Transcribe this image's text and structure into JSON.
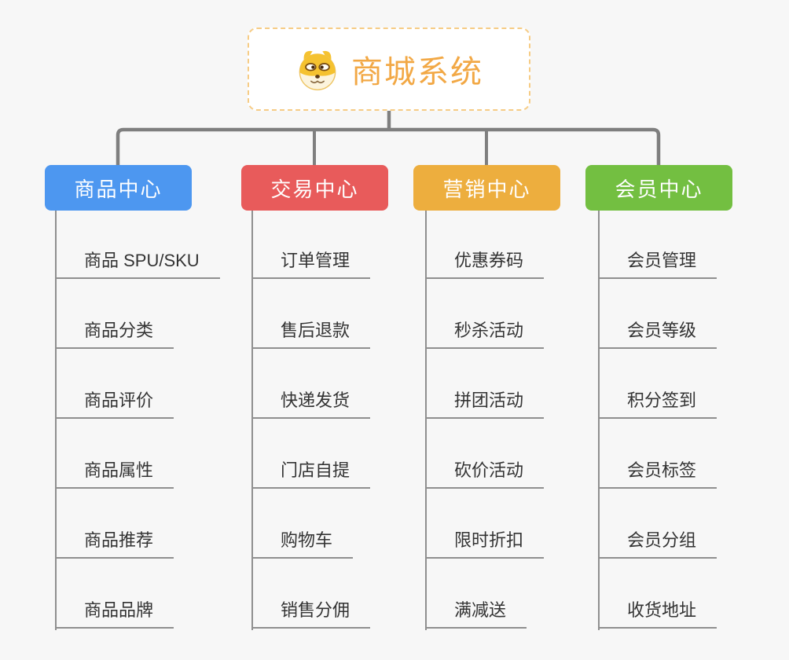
{
  "root": {
    "title": "商城系统",
    "title_color": "#f2a845",
    "border_color": "#f6cc85",
    "icon": "doge-icon"
  },
  "branches": [
    {
      "label": "商品中心",
      "color": "#4d97f0",
      "children": [
        "商品 SPU/SKU",
        "商品分类",
        "商品评价",
        "商品属性",
        "商品推荐",
        "商品品牌"
      ]
    },
    {
      "label": "交易中心",
      "color": "#e85b5b",
      "children": [
        "订单管理",
        "售后退款",
        "快递发货",
        "门店自提",
        "购物车",
        "销售分佣"
      ]
    },
    {
      "label": "营销中心",
      "color": "#edae3e",
      "children": [
        "优惠券码",
        "秒杀活动",
        "拼团活动",
        "砍价活动",
        "限时折扣",
        "满减送"
      ]
    },
    {
      "label": "会员中心",
      "color": "#73bf41",
      "children": [
        "会员管理",
        "会员等级",
        "积分签到",
        "会员标签",
        "会员分组",
        "收货地址"
      ]
    }
  ],
  "style": {
    "background": "#f7f7f7",
    "connector_color": "#7f7f7f",
    "subline_color": "#8f8f8f",
    "subtext_color": "#333333"
  }
}
